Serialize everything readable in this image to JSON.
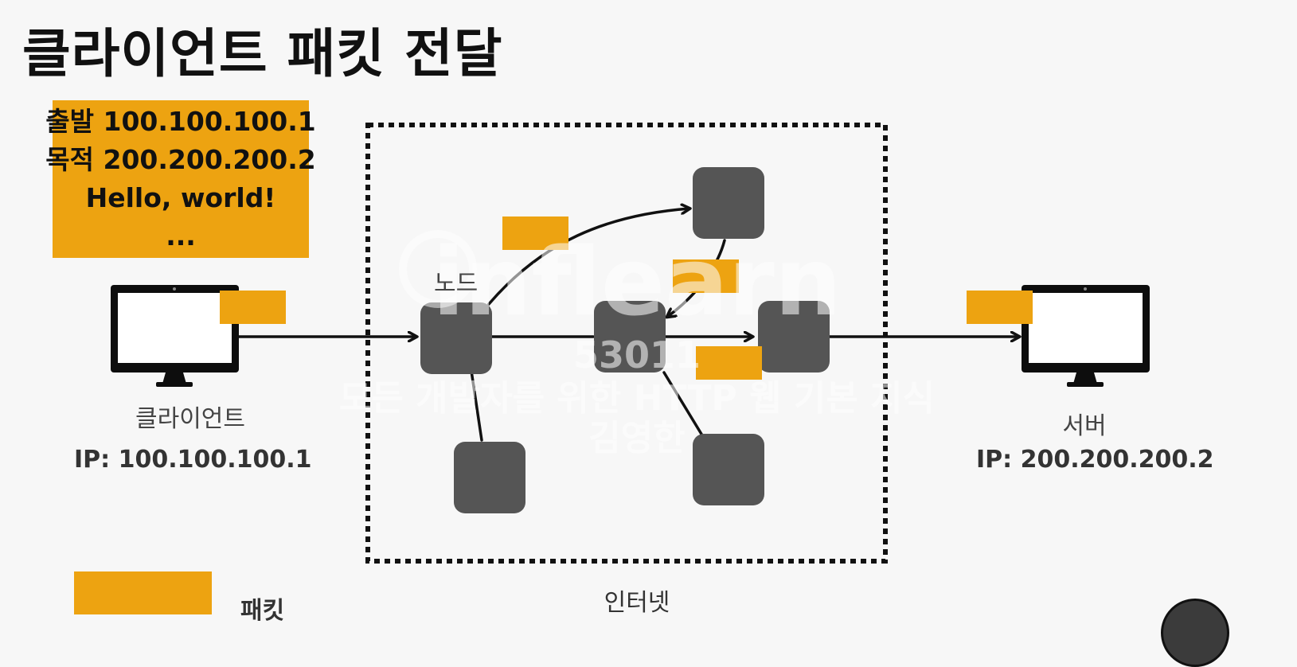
{
  "title": "클라이언트 패킷 전달",
  "packet_info": {
    "lines": [
      "출발 100.100.100.1",
      "목적 200.200.200.2",
      "Hello, world!",
      "..."
    ]
  },
  "client": {
    "label": "클라이언트",
    "ip": "IP: 100.100.100.1"
  },
  "server": {
    "label": "서버",
    "ip": "IP: 200.200.200.2"
  },
  "internet": {
    "node_label": "노드",
    "label": "인터넷"
  },
  "legend": {
    "label": "패킷"
  },
  "watermark": {
    "brand": "inflearn",
    "code": "53011",
    "course": "모든 개발자를 위한 HTTP 웹 기본 지식",
    "author": "김영한"
  },
  "colors": {
    "packet": "#eda311",
    "node": "#555555",
    "monitor": "#0d0d0d"
  }
}
